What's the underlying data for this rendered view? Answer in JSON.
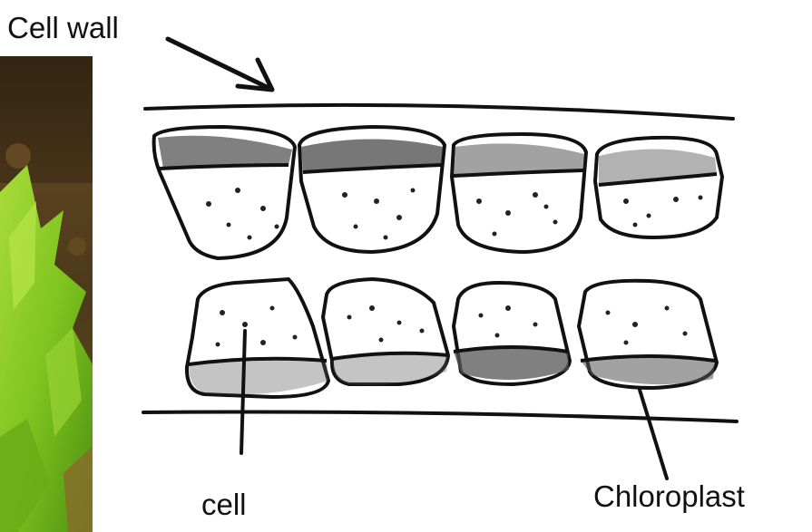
{
  "labels": {
    "cell_wall": "Cell wall",
    "cell": "cell",
    "chloroplast": "Chloroplast"
  },
  "colors": {
    "ink": "#111111",
    "chloroplast_shading": "#555555",
    "leaf_green": "#7fc41f",
    "moss_brown": "#4a3218"
  },
  "diagram": {
    "rows": 2,
    "cells_per_row": 4
  }
}
